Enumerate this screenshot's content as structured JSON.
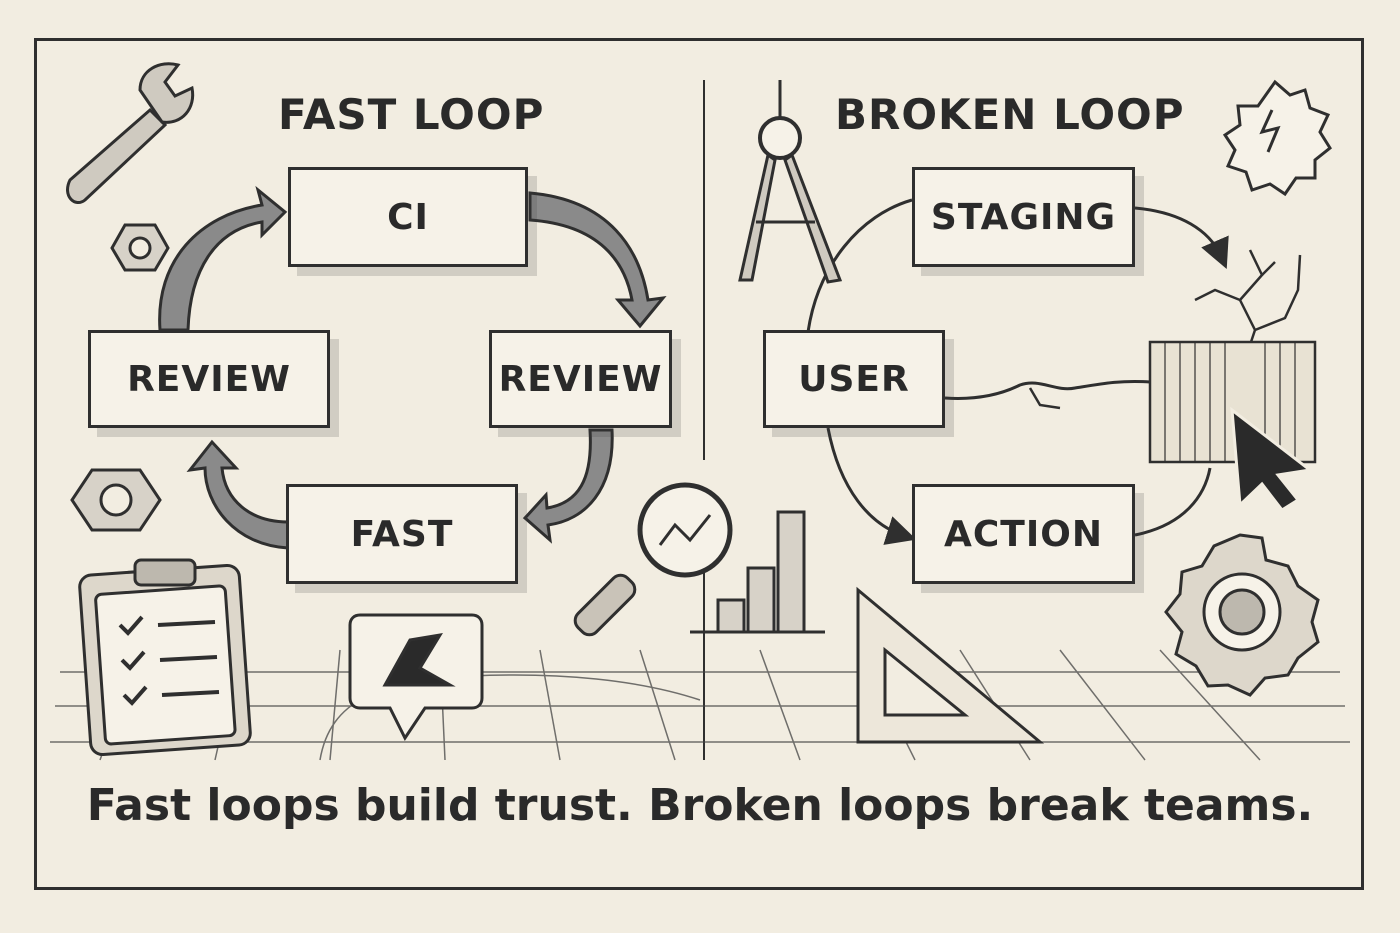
{
  "fast_loop": {
    "title": "FAST LOOP",
    "nodes": {
      "top": "CI",
      "right": "REVIEW",
      "bottom": "FAST",
      "left": "REVIEW"
    }
  },
  "broken_loop": {
    "title": "BROKEN LOOP",
    "nodes": {
      "top": "STAGING",
      "left": "USER",
      "bottom": "ACTION"
    }
  },
  "caption": "Fast loops build trust. Broken loops break teams.",
  "icons": [
    "wrench-icon",
    "hex-nut-icon",
    "clipboard-checklist-icon",
    "chat-bubble-icon",
    "magnifier-chart-icon",
    "bar-chart-icon",
    "set-square-icon",
    "compass-icon",
    "broken-gear-icon",
    "gear-icon",
    "mouse-cursor-icon",
    "cracked-wall-icon"
  ]
}
